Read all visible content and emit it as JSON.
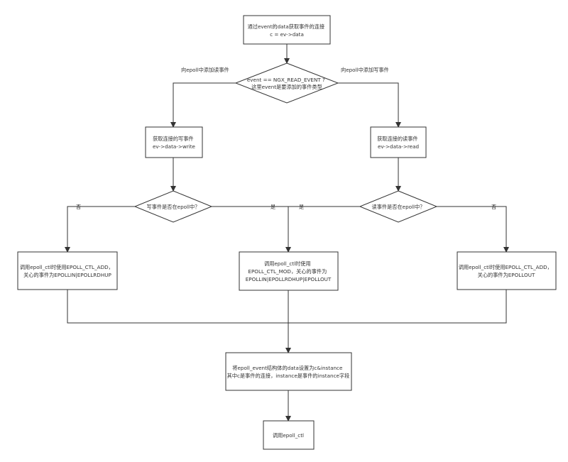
{
  "nodes": {
    "start": {
      "lines": [
        "通过event的data获取事件的连接",
        "c = ev->data"
      ]
    },
    "decision_type": {
      "lines": [
        "event == NGX_READ_EVENT ?",
        "这里event是要添加的事件类型"
      ]
    },
    "get_write": {
      "lines": [
        "获取连接的写事件",
        "ev->data->write"
      ]
    },
    "get_read": {
      "lines": [
        "获取连接的读事件",
        "ev->data->read"
      ]
    },
    "decision_write": {
      "lines": [
        "写事件是否在epoll中？"
      ]
    },
    "decision_read": {
      "lines": [
        "读事件是否在epoll中？"
      ]
    },
    "add_read": {
      "lines": [
        "调用epoll_ctl时使用EPOLL_CTL_ADD，",
        "关心的事件为EPOLLIN|EPOLLRDHUP"
      ]
    },
    "mod": {
      "lines": [
        "调用epoll_ctl时使用",
        "EPOLL_CTL_MOD，关心的事件为",
        "EPOLLIN|EPOLLRDHUP|EPOLLOUT"
      ]
    },
    "add_write": {
      "lines": [
        "调用epoll_ctl时使用EPOLL_CTL_ADD，",
        "关心的事件为EPOLLOUT"
      ]
    },
    "set_data": {
      "lines": [
        "将epoll_event结构体的data设置为c&instance",
        "其中c是事件的连接，instance是事件的instance字段"
      ]
    },
    "end": {
      "lines": [
        "调用epoll_ctl"
      ]
    }
  },
  "edge_labels": {
    "left_branch": "向epoll中添加读事件",
    "right_branch": "向epoll中添加写事件",
    "write_no": "否",
    "write_yes": "是",
    "read_yes": "是",
    "read_no": "否"
  },
  "colors": {
    "stroke": "#333333",
    "text": "#333333",
    "background": "#ffffff"
  }
}
